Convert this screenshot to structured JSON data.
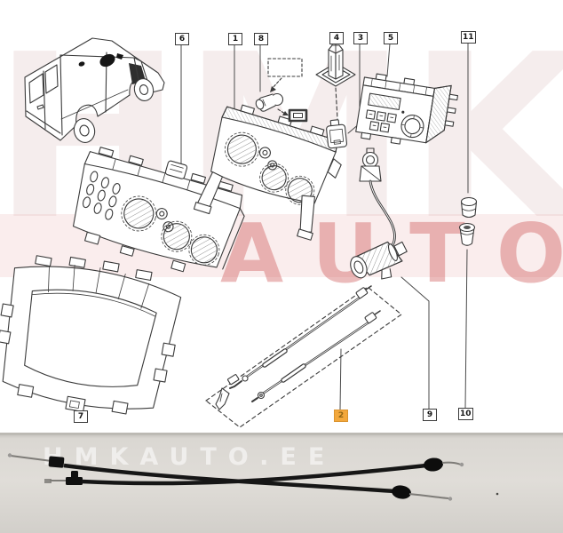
{
  "diagram": {
    "watermark": {
      "word1": "HMK",
      "word2": "AUTO"
    },
    "callouts": [
      {
        "label": "6",
        "highlighted": false
      },
      {
        "label": "1",
        "highlighted": false
      },
      {
        "label": "8",
        "highlighted": false
      },
      {
        "label": "4",
        "highlighted": false
      },
      {
        "label": "3",
        "highlighted": false
      },
      {
        "label": "5",
        "highlighted": false
      },
      {
        "label": "11",
        "highlighted": false
      },
      {
        "label": "7",
        "highlighted": false
      },
      {
        "label": "2",
        "highlighted": true
      },
      {
        "label": "9",
        "highlighted": false
      },
      {
        "label": "10",
        "highlighted": false
      }
    ],
    "highlight": {
      "bg": "#F3A83C",
      "border": "#DB9430",
      "text": "#8F6414"
    },
    "line_color": "#3a3a3a"
  },
  "photo": {
    "watermark": "HMKAUTO.EE"
  }
}
